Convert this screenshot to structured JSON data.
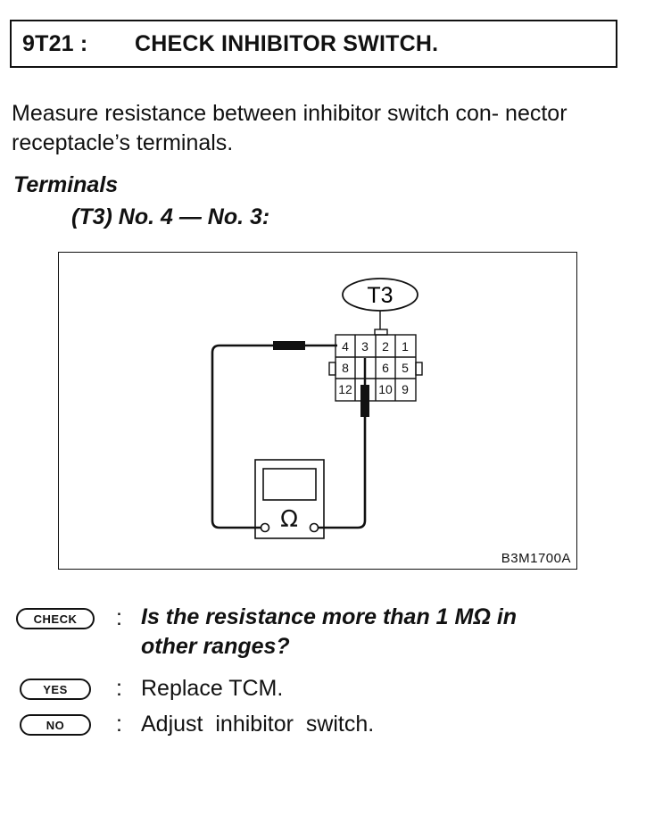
{
  "header": {
    "code": "9T21 :",
    "title": "CHECK INHIBITOR SWITCH."
  },
  "intro": "Measure resistance between inhibitor switch con- nector receptacle’s terminals.",
  "terminals": {
    "heading": "Terminals",
    "spec": "(T3) No. 4 — No. 3:"
  },
  "figure": {
    "connector_label": "T3",
    "pins_top": [
      "4",
      "3",
      "2",
      "1"
    ],
    "pins_mid": [
      "8",
      "",
      "6",
      "5"
    ],
    "pins_bottom": [
      "12",
      "",
      "10",
      "9"
    ],
    "meter_symbol": "Ω",
    "figure_id": "B3M1700A"
  },
  "check": {
    "badge": "CHECK",
    "colon": ":",
    "question_line1": "Is the resistance more than 1 MΩ in",
    "question_line2": "other ranges?"
  },
  "yes": {
    "badge": "YES",
    "colon": ":",
    "text": "Replace TCM."
  },
  "no": {
    "badge": "NO",
    "colon": ":",
    "text": "Adjust  inhibitor  switch."
  }
}
